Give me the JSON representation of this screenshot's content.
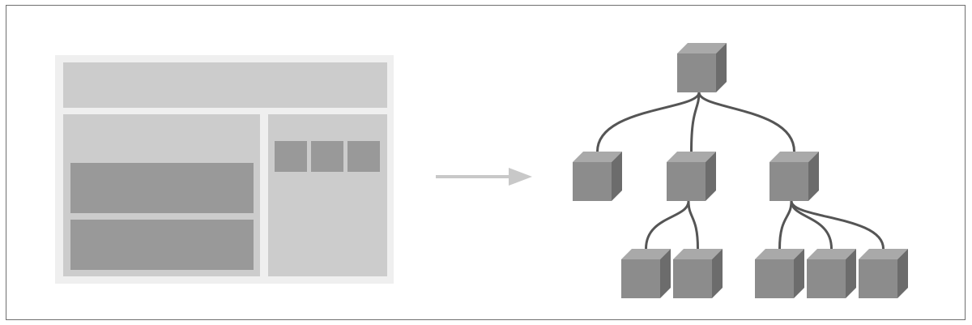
{
  "colors": {
    "border": "#6f6f6f",
    "layout_outer": "#efefef",
    "layout_panel": "#cccccc",
    "layout_block": "#999999",
    "arrow": "#c8c8c8",
    "connector": "#555555",
    "cube_front": "#8c8c8c",
    "cube_top": "#a9a9a9",
    "cube_side": "#6c6c6c"
  },
  "icons": {
    "layout": "page-layout-wireframe-icon",
    "arrow": "right-arrow-icon",
    "tree": "component-tree-icon",
    "node": "cube-icon"
  },
  "tree": {
    "root": "root",
    "children": {
      "root": [
        "a",
        "b",
        "c"
      ],
      "a": [],
      "b": [
        "b1",
        "b2"
      ],
      "c": [
        "c1",
        "c2",
        "c3"
      ],
      "b1": [],
      "b2": [],
      "c1": [],
      "c2": [],
      "c3": []
    }
  }
}
